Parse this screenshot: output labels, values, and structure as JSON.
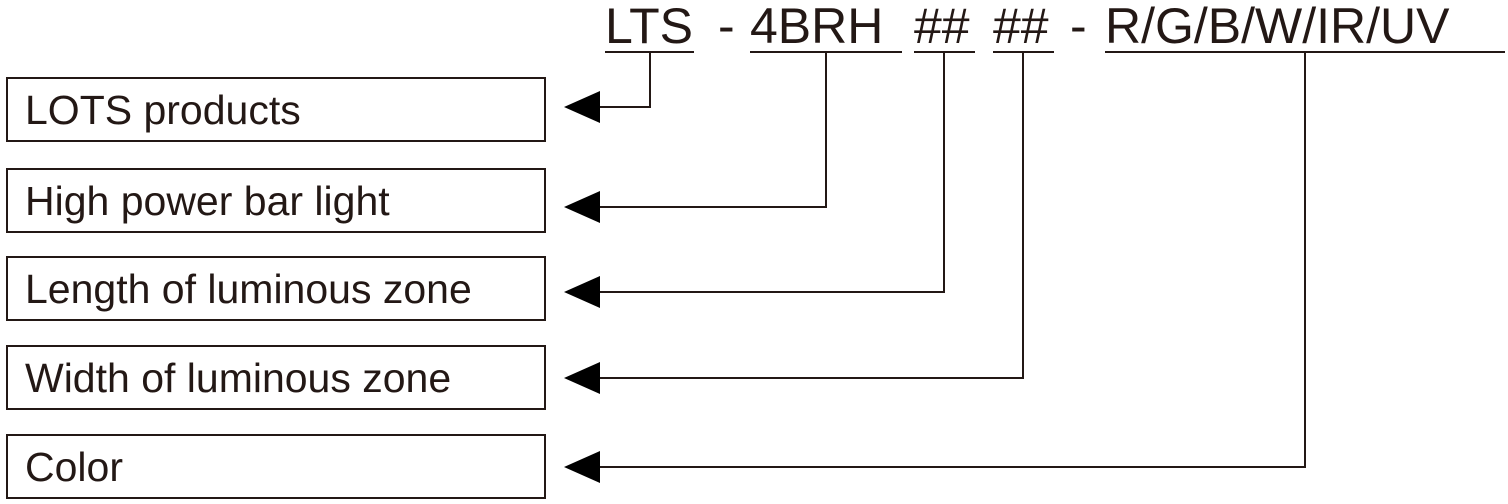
{
  "code_parts": {
    "prefix": "LTS",
    "dash1": "-",
    "model": "4BRH",
    "length": "##",
    "width": "##",
    "dash2": "-",
    "color": "R/G/B/W/IR/UV"
  },
  "fields": [
    {
      "label": "LOTS products"
    },
    {
      "label": "High power bar light"
    },
    {
      "label": "Length of luminous zone"
    },
    {
      "label": "Width of luminous zone"
    },
    {
      "label": "Color"
    }
  ]
}
